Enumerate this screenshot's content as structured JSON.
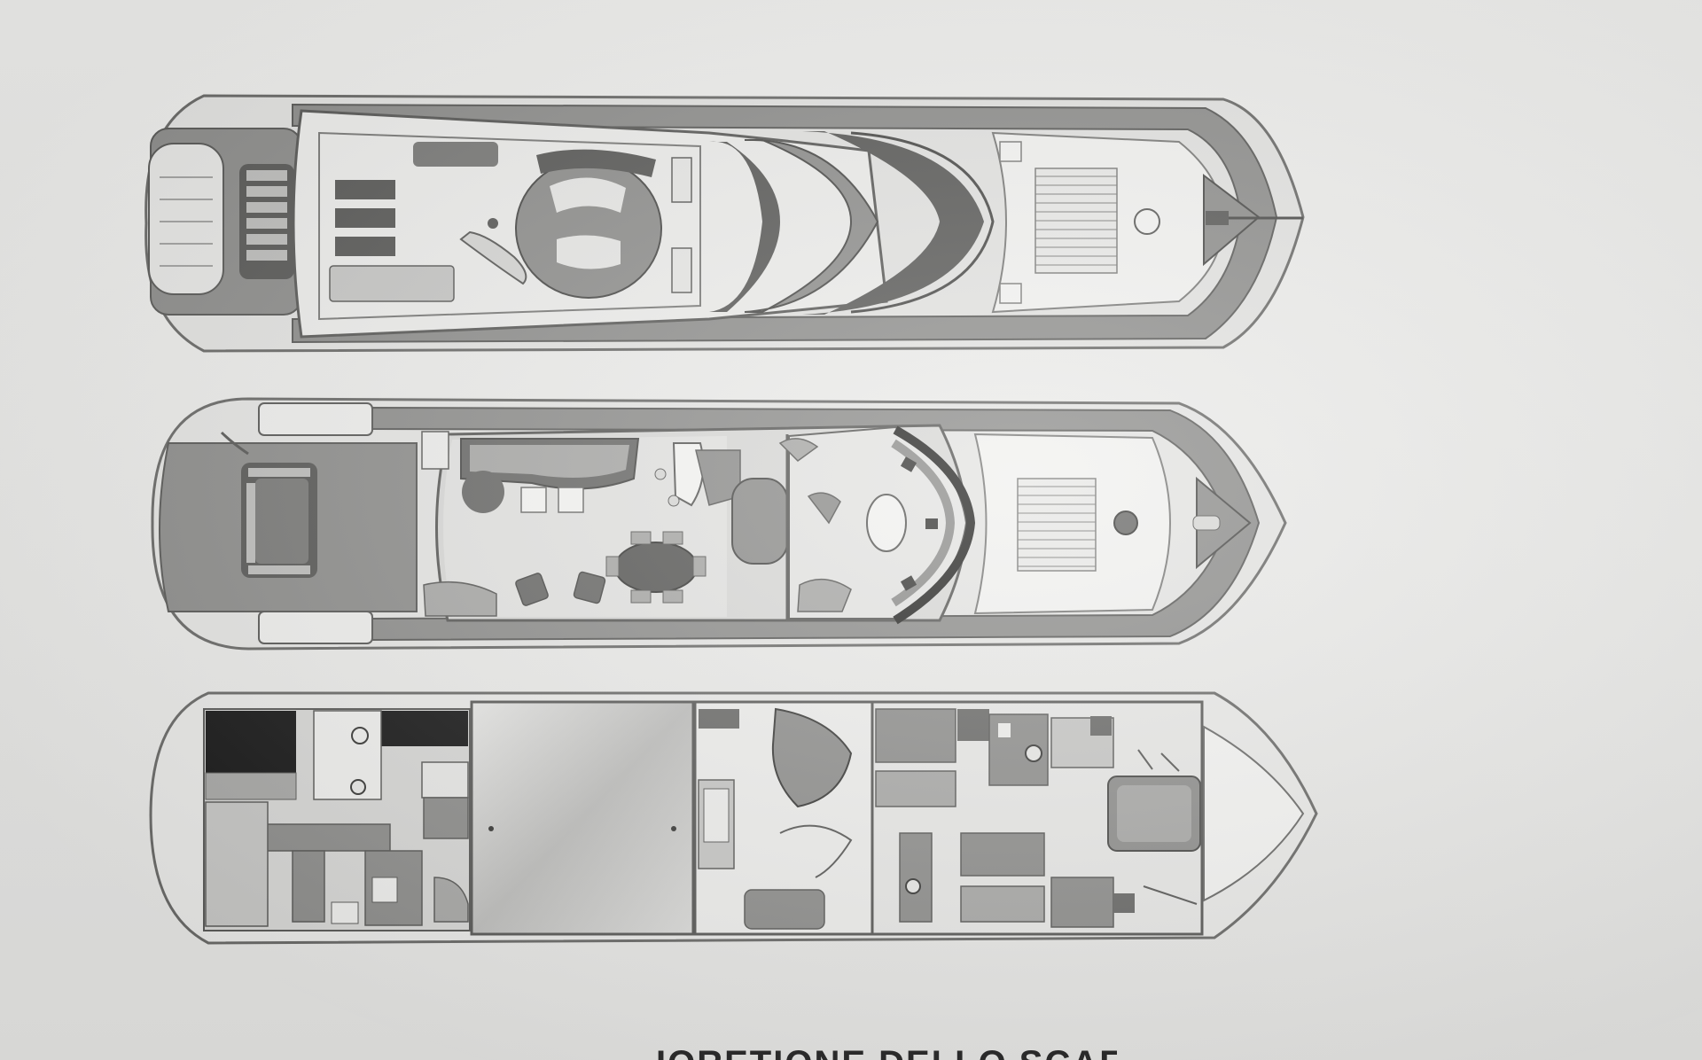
{
  "document": {
    "caption": "IORETIONE DELLO SCAFO"
  },
  "plans": [
    {
      "name": "flybridge-deck"
    },
    {
      "name": "main-deck"
    },
    {
      "name": "lower-deck"
    }
  ],
  "colors": {
    "paper": "#ececea",
    "hull_dark": "#8e8e8c",
    "hull_light": "#dededc",
    "outline": "#5a5a58",
    "black": "#1a1a1a"
  }
}
